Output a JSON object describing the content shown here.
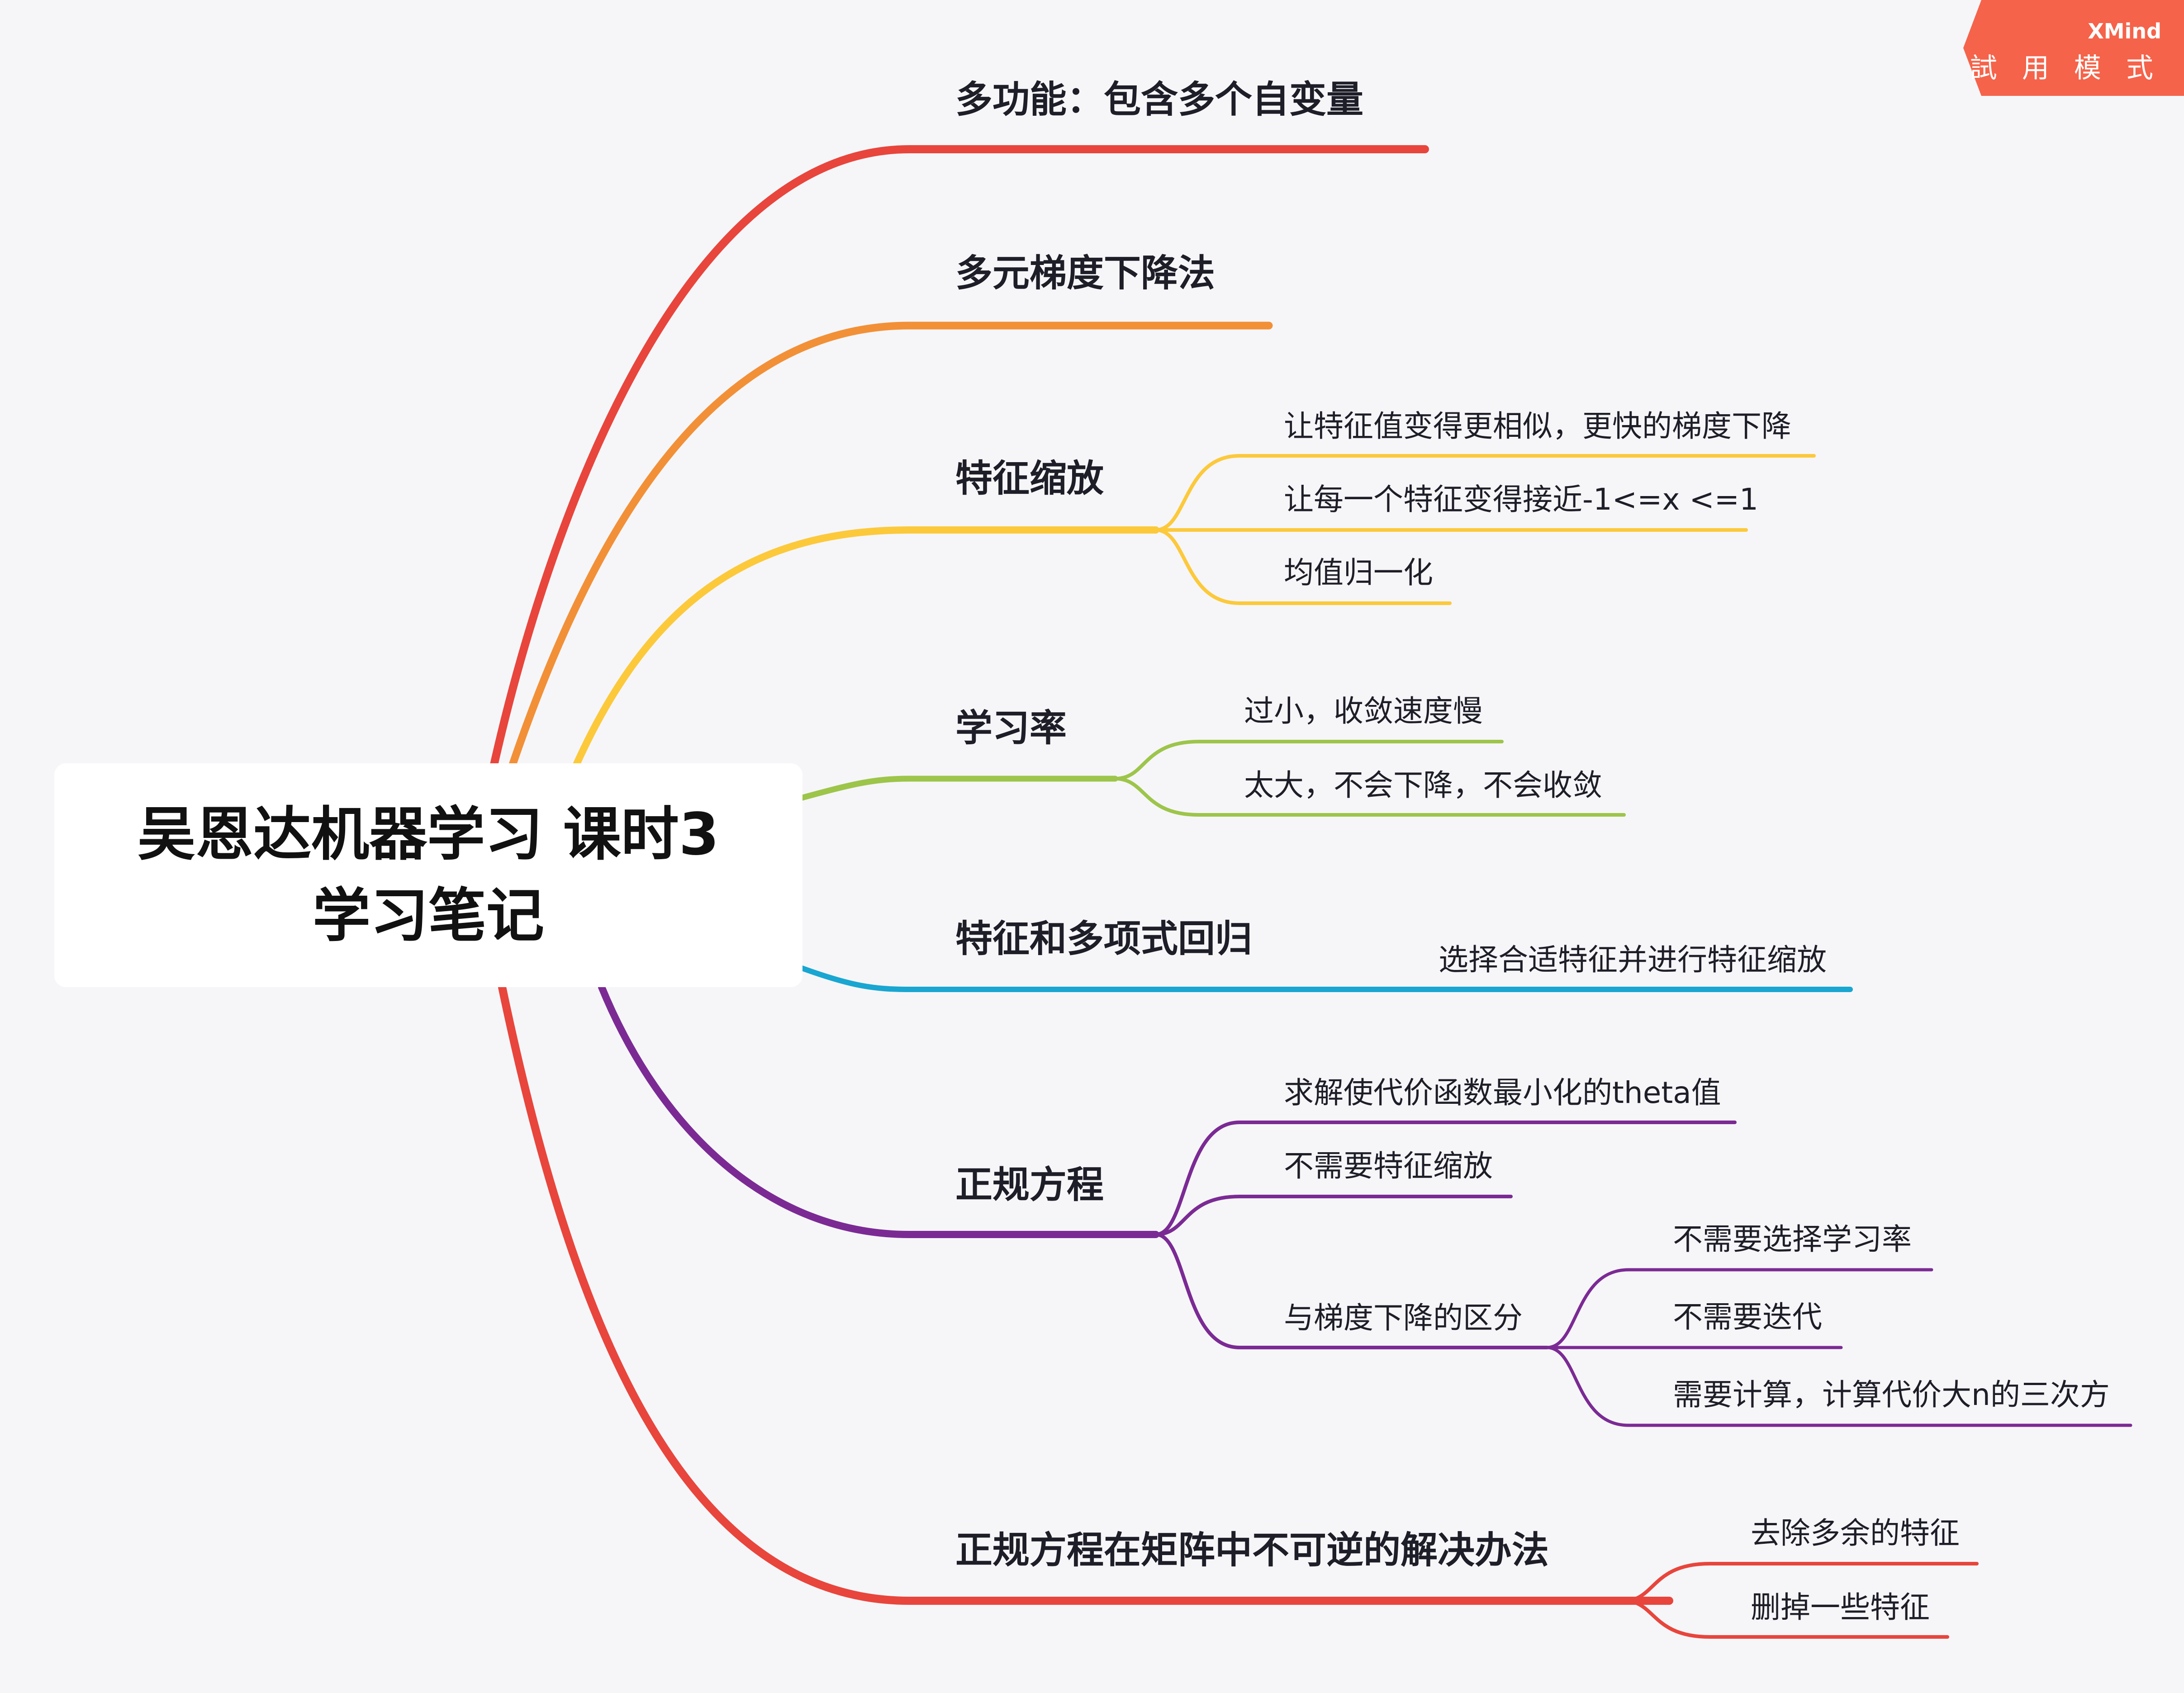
{
  "watermark": {
    "brand": "XMind",
    "mode": "試 用 模 式",
    "color": "#f5634a"
  },
  "central": {
    "line1": "吴恩达机器学习 课时3",
    "line2": "学习笔记"
  },
  "branches": [
    {
      "label": "多功能：包含多个自变量",
      "color": "#e8453c",
      "children": []
    },
    {
      "label": "多元梯度下降法",
      "color": "#f29037",
      "children": []
    },
    {
      "label": "特征缩放",
      "color": "#fcc93b",
      "children": [
        {
          "label": "让特征值变得更相似，更快的梯度下降"
        },
        {
          "label": "让每一个特征变得接近-1<=x <=1"
        },
        {
          "label": "均值归一化"
        }
      ]
    },
    {
      "label": "学习率",
      "color": "#9dc54a",
      "children": [
        {
          "label": "过小，收敛速度慢"
        },
        {
          "label": "太大，不会下降，不会收敛"
        }
      ]
    },
    {
      "label": "特征和多项式回归",
      "color": "#19a6d1",
      "children": [
        {
          "label": "选择合适特征并进行特征缩放"
        }
      ]
    },
    {
      "label": "正规方程",
      "color": "#7b2a94",
      "children": [
        {
          "label": "求解使代价函数最小化的theta值"
        },
        {
          "label": "不需要特征缩放"
        },
        {
          "label": "与梯度下降的区分",
          "children": [
            {
              "label": "不需要选择学习率"
            },
            {
              "label": "不需要迭代"
            },
            {
              "label": "需要计算，计算代价大n的三次方"
            }
          ]
        }
      ]
    },
    {
      "label": "正规方程在矩阵中不可逆的解决办法",
      "color": "#e8453c",
      "children": [
        {
          "label": "去除多余的特征"
        },
        {
          "label": "删掉一些特征"
        }
      ]
    }
  ]
}
